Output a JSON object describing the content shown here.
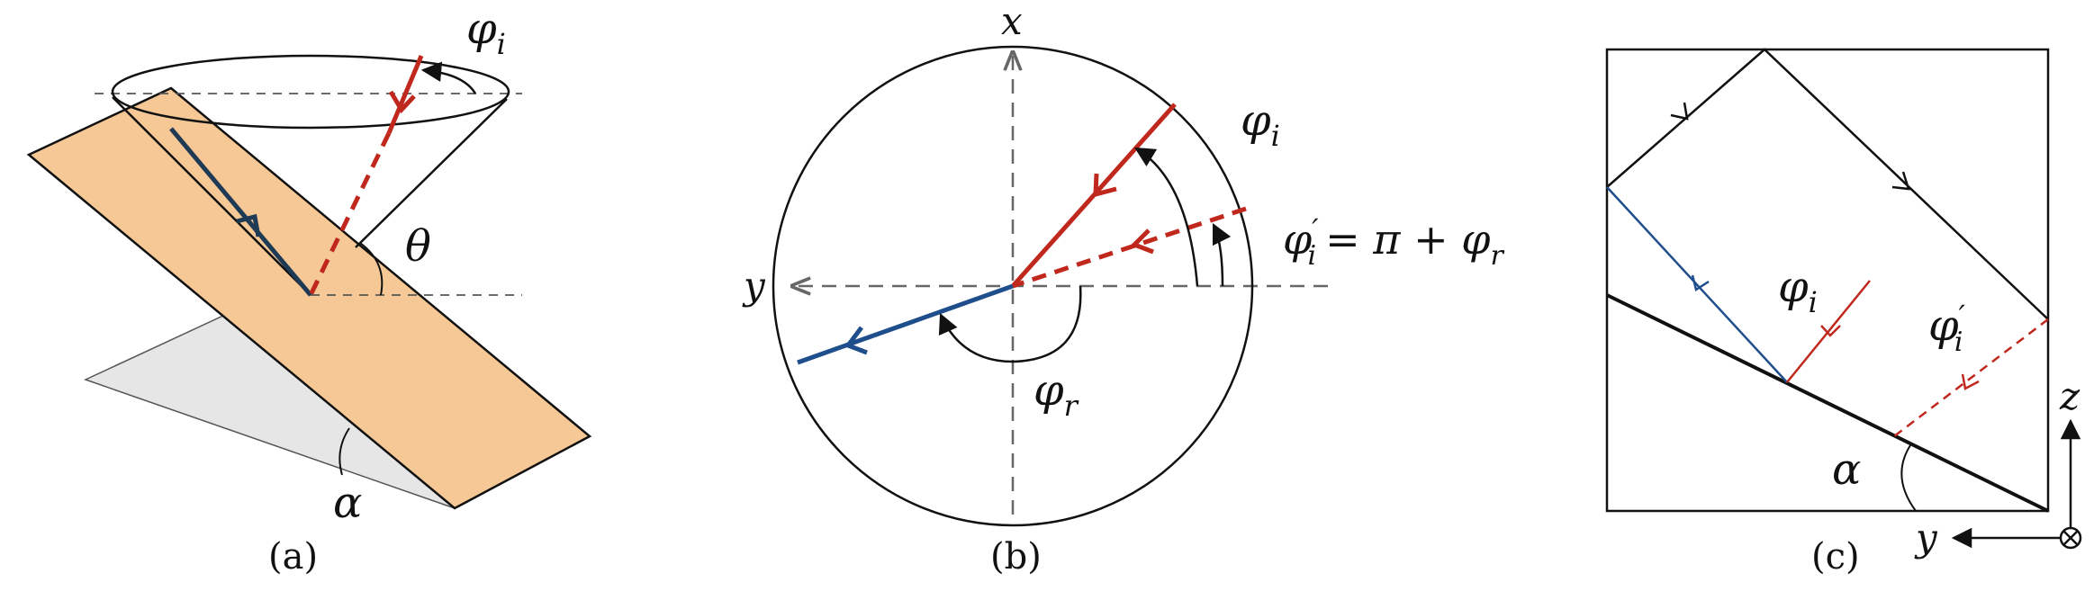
{
  "panel_a": {
    "caption": "(a)",
    "labels": {
      "phi_i": "φ",
      "phi_i_sub": "i",
      "theta": "θ",
      "alpha": "α"
    }
  },
  "panel_b": {
    "caption": "(b)",
    "labels": {
      "x_axis": "x",
      "y_axis": "y",
      "phi_i": "φ",
      "phi_i_sub": "i",
      "phi_r": "φ",
      "phi_r_sub": "r",
      "phi_i_prime_eq": "φ",
      "phi_i_prime_sup": "′",
      "phi_i_prime_sub": "i",
      "phi_i_prime_rhs": "= π + φ",
      "phi_i_prime_rhs_sub": "r"
    }
  },
  "panel_c": {
    "caption": "(c)",
    "labels": {
      "phi_i": "φ",
      "phi_i_sub": "i",
      "phi_i_prime": "φ",
      "phi_i_prime_sup": "′",
      "phi_i_prime_sub": "i",
      "alpha": "α",
      "z_axis": "z",
      "y_axis": "y"
    }
  },
  "colors": {
    "plane_fill": "#f5c896",
    "shadow_fill": "#e6e6e6",
    "incident_red": "#c0281e",
    "reflected_blue": "#1f4e8c",
    "dark_blue": "#1e3a55",
    "axis_gray": "#666666"
  }
}
